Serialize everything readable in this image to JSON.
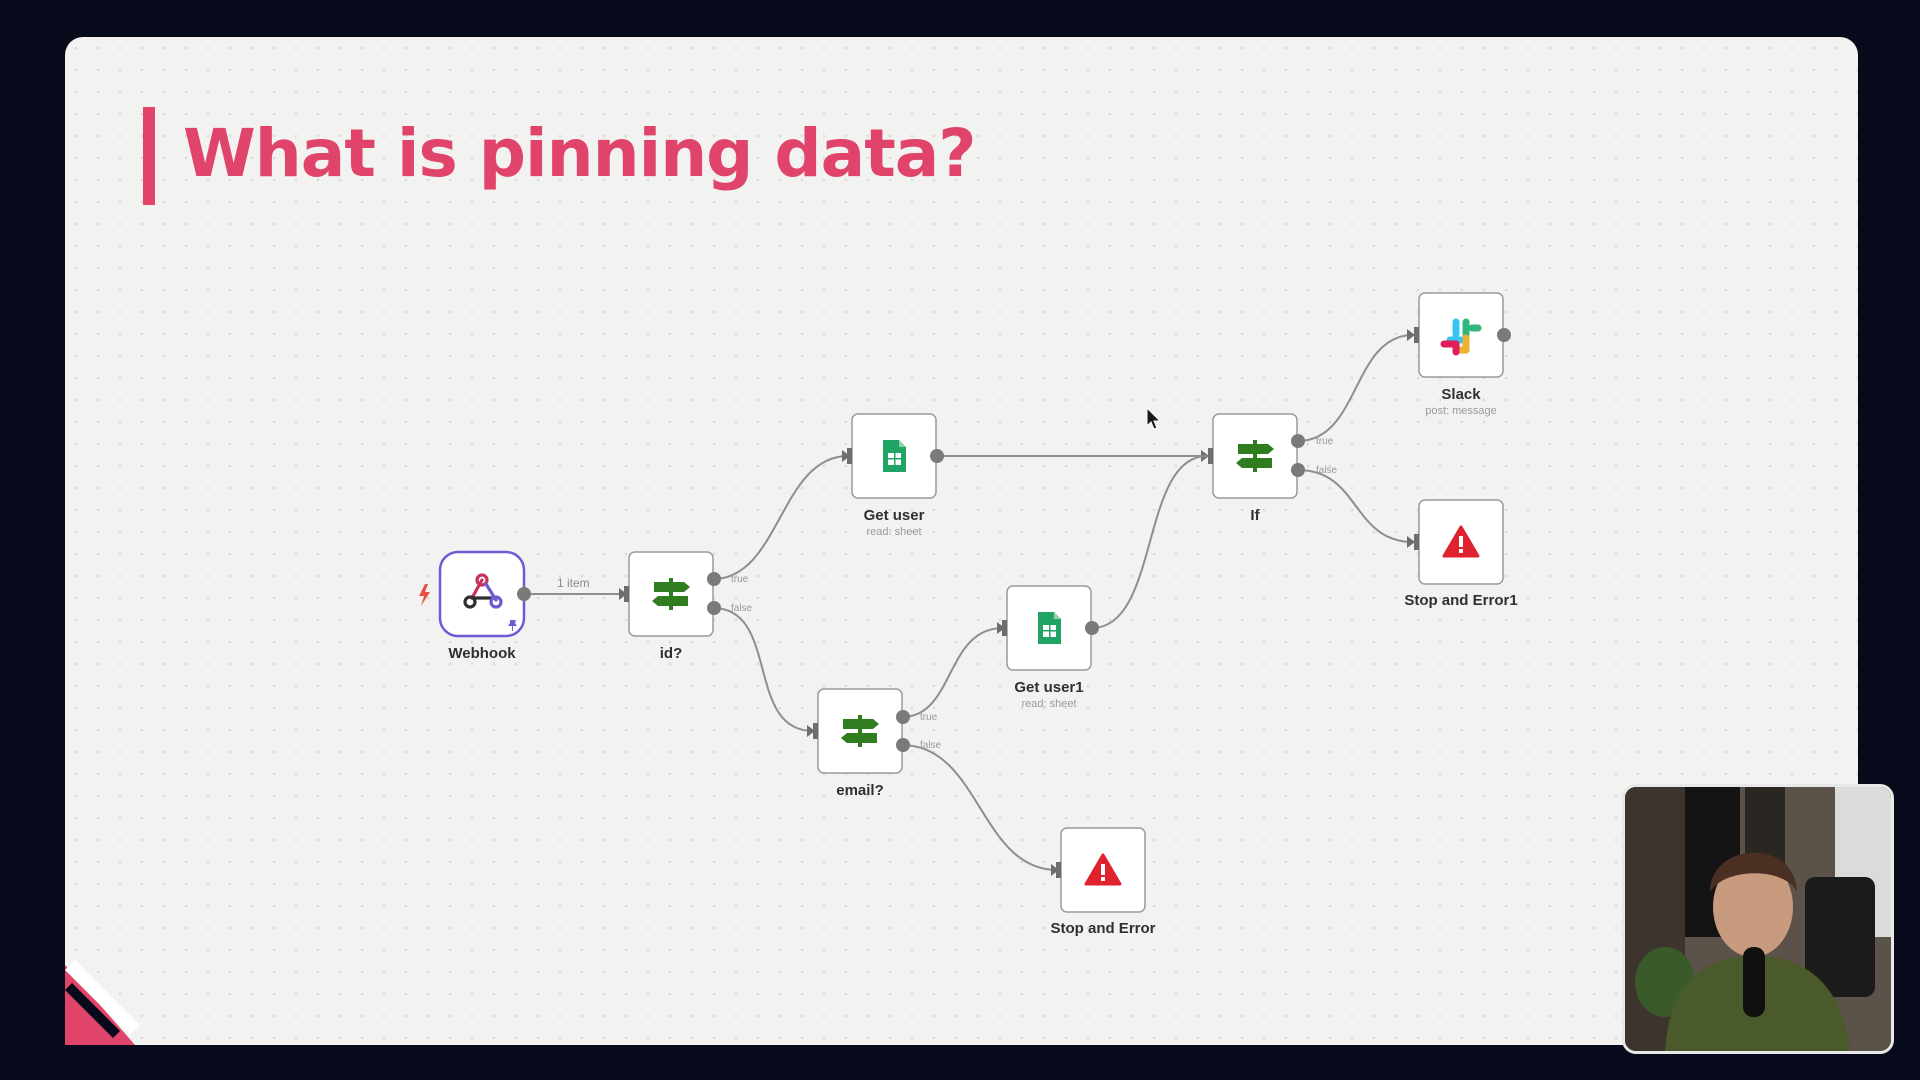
{
  "slide": {
    "title": "What is pinning data?"
  },
  "colors": {
    "accent": "#e0446b",
    "pinned_border": "#6b5bd6",
    "if_icon": "#2f7d1f",
    "sheets_icon": "#1fa463",
    "error_icon": "#e0212e"
  },
  "workflow": {
    "nodes": {
      "webhook": {
        "title": "Webhook",
        "subtitle": "",
        "icon": "webhook-icon"
      },
      "id_check": {
        "title": "id?",
        "subtitle": "",
        "icon": "if-signpost-icon"
      },
      "get_user": {
        "title": "Get user",
        "subtitle": "read: sheet",
        "icon": "google-sheets-icon"
      },
      "email_check": {
        "title": "email?",
        "subtitle": "",
        "icon": "if-signpost-icon"
      },
      "get_user1": {
        "title": "Get user1",
        "subtitle": "read: sheet",
        "icon": "google-sheets-icon"
      },
      "if_node": {
        "title": "If",
        "subtitle": "",
        "icon": "if-signpost-icon"
      },
      "slack": {
        "title": "Slack",
        "subtitle": "post: message",
        "icon": "slack-icon"
      },
      "stop_error1": {
        "title": "Stop and Error1",
        "subtitle": "",
        "icon": "warning-triangle-icon"
      },
      "stop_error": {
        "title": "Stop and Error",
        "subtitle": "",
        "icon": "warning-triangle-icon"
      }
    },
    "edge_labels": {
      "webhook_to_id": "1 item"
    },
    "branch_labels": {
      "true": "true",
      "false": "false"
    }
  }
}
